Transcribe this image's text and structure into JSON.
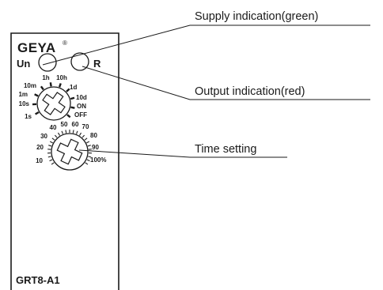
{
  "device": {
    "brand": "GEYA",
    "brand_mark": "®",
    "model": "GRT8-A1",
    "indicator_un": "Un",
    "indicator_r": "R"
  },
  "range_dial": {
    "labels": [
      "1s",
      "10s",
      "1m",
      "10m",
      "1h",
      "10h",
      "1d",
      "10d",
      "ON",
      "OFF"
    ]
  },
  "time_dial": {
    "labels": [
      "10",
      "20",
      "30",
      "40",
      "50",
      "60",
      "70",
      "80",
      "90",
      "100%"
    ]
  },
  "callouts": {
    "supply": "Supply indication(green)",
    "output": "Output indication(red)",
    "time": "Time setting"
  }
}
